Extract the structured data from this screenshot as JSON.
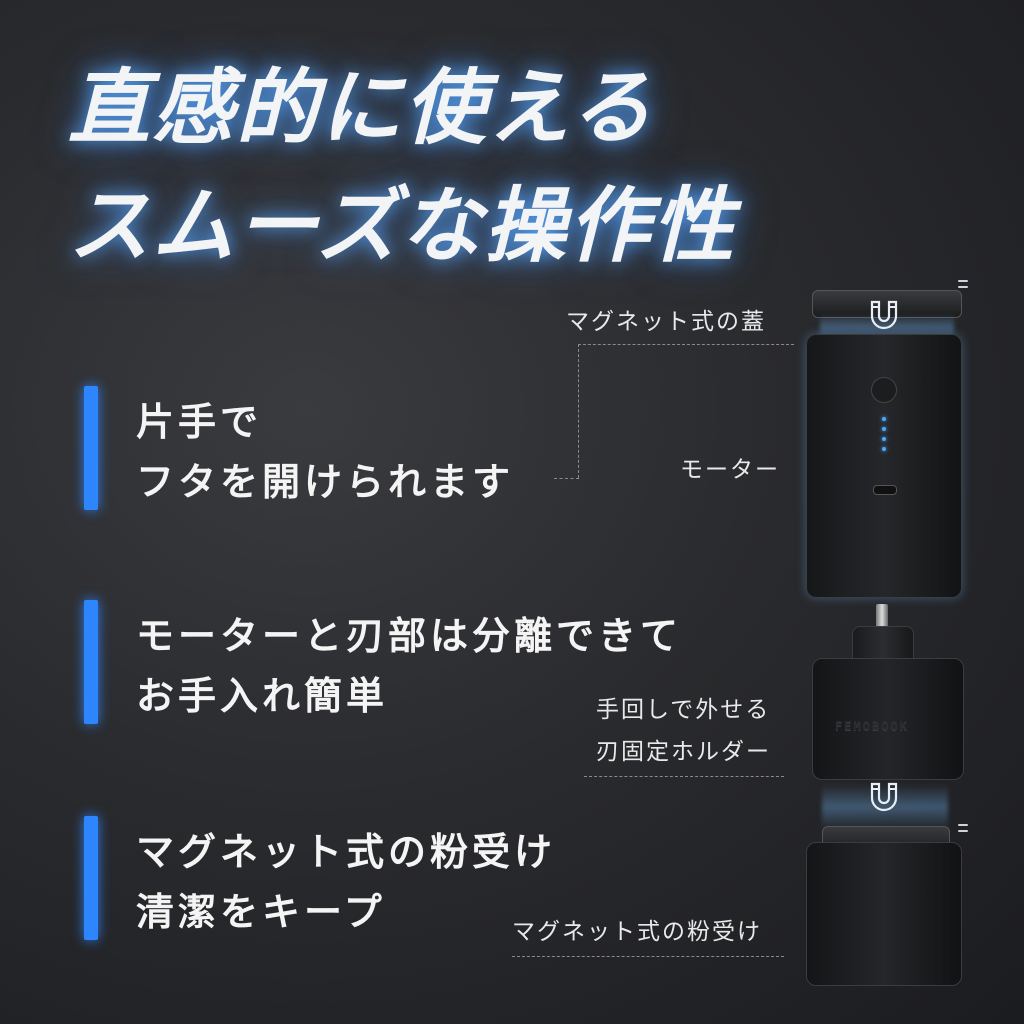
{
  "headline": {
    "line1": "直感的に使える",
    "line2": "スムーズな操作性"
  },
  "features": [
    {
      "line1": "片手で",
      "line2": "フタを開けられます"
    },
    {
      "line1": "モーターと刃部は分離できて",
      "line2": "お手入れ簡単"
    },
    {
      "line1": "マグネット式の粉受け",
      "line2": "清潔をキープ"
    }
  ],
  "labels": {
    "lid": "マグネット式の蓋",
    "motor": "モーター",
    "holder_line1": "手回しで外せる",
    "holder_line2": "刃固定ホルダー",
    "cup": "マグネット式の粉受け"
  },
  "product": {
    "brand": "FEMOBOOK"
  },
  "colors": {
    "accent": "#2e86ff",
    "glow": "#5aaaff"
  },
  "icons": [
    "magnet-icon",
    "spark-icon"
  ]
}
